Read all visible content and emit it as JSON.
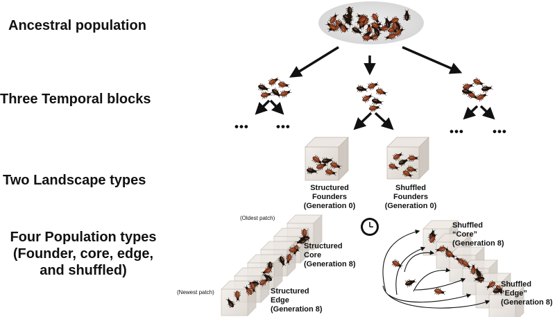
{
  "rows": {
    "ancestral": "Ancestral population",
    "temporal": "Three Temporal blocks",
    "landscape": "Two Landscape types",
    "population_line1": "Four Population types",
    "population_line2": "(Founder, core, edge,",
    "population_line3": "and shuffled)"
  },
  "ellipsis": "•••",
  "founders": {
    "structured": [
      "Structured",
      "Founders",
      "(Generation 0)"
    ],
    "shuffled": [
      "Shuffled",
      "Founders",
      "(Generation 0)"
    ]
  },
  "generation8": {
    "structured_core": [
      "Structured",
      "Core",
      "(Generation 8)"
    ],
    "structured_edge": [
      "Structured",
      "Edge",
      "(Generation 8)"
    ],
    "shuffled_core": [
      "Shuffled",
      "“Core”",
      "(Generation 8)"
    ],
    "shuffled_edge": [
      "Shuffled",
      "“Edge”",
      "(Generation 8)"
    ]
  },
  "patch_labels": {
    "oldest": "(Oldest patch)",
    "newest": "(Newest patch)"
  },
  "icons": [
    "beetle-icon",
    "clock-icon",
    "arrow-icon",
    "patch-box-icon"
  ],
  "colors": {
    "beetle": "#8a3a1c",
    "beetle_dark": "#1c140f",
    "box_face": "#e6e1dc",
    "box_side": "#cfc8c1",
    "ellipse": "#d9d9d9",
    "arrow": "#111111"
  }
}
